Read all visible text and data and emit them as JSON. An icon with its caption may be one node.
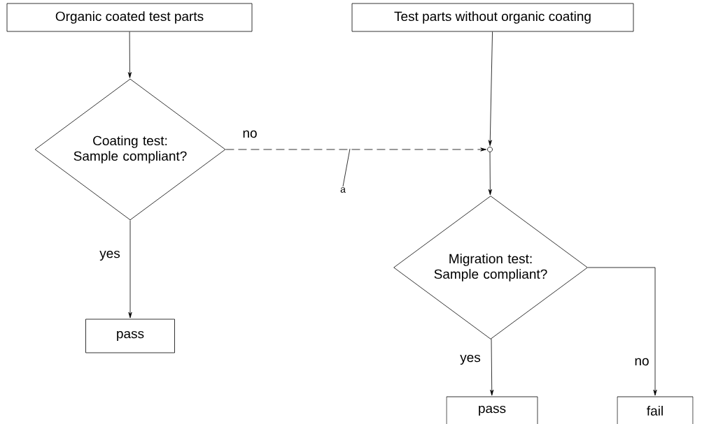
{
  "diagram": {
    "nodes": [
      {
        "text": [
          "Organic coated test parts"
        ]
      },
      {
        "text": [
          "Test parts without organic coating"
        ]
      },
      {
        "text": [
          "Coating test: Sample compliant?"
        ]
      },
      {
        "text": [],
        "shape": "circle"
      },
      {
        "text": [
          "pass"
        ]
      },
      {
        "text": [
          "Migration test: Sample compliant?"
        ]
      },
      {
        "text": [
          "pass"
        ]
      },
      {
        "text": [
          "fail"
        ]
      },
      {
        "text": [
          "a"
        ]
      }
    ],
    "edges": [
      {
        "from": 0,
        "to": 2,
        "arrow": "to"
      },
      {
        "from": 1,
        "to": 3,
        "arrow": "to"
      },
      {
        "from": 2,
        "to": 3,
        "arrow": "to",
        "label": "no",
        "style": "dashed"
      },
      {
        "from": 3,
        "to": 5,
        "arrow": "to"
      },
      {
        "from": 2,
        "to": 4,
        "arrow": "to",
        "label": "yes"
      },
      {
        "from": 5,
        "to": 6,
        "arrow": "to",
        "label": "yes"
      },
      {
        "from": 5,
        "to": 7,
        "arrow": "to",
        "label": "no"
      },
      {
        "from": 8,
        "to": null,
        "arrow": "none"
      }
    ]
  }
}
